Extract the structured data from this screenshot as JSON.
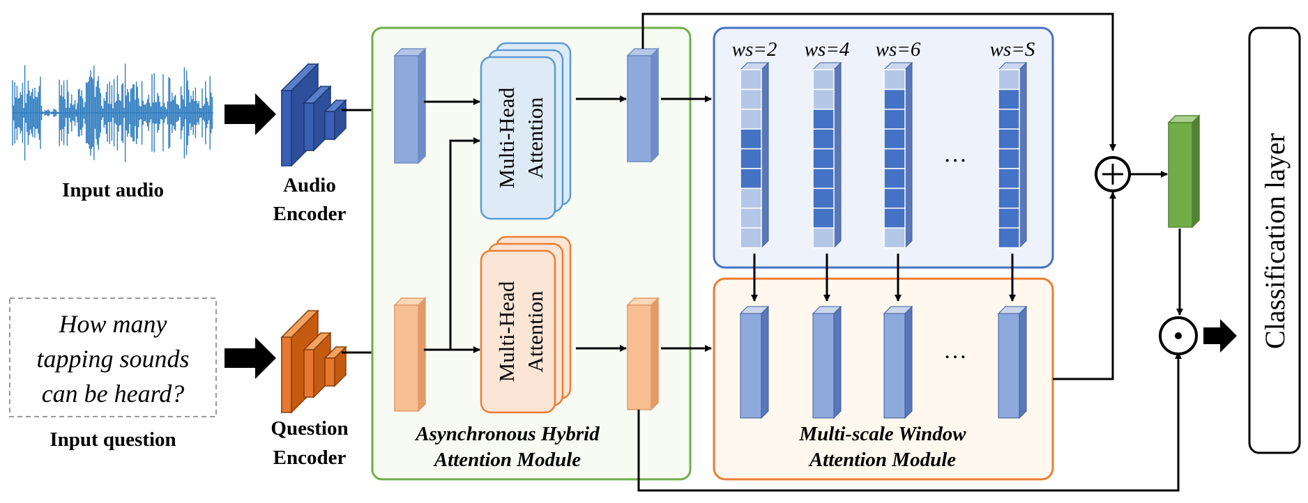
{
  "inputs": {
    "audio_label": "Input audio",
    "question_label": "Input question",
    "question_text": [
      "How many",
      "tapping sounds",
      "can be heard?"
    ]
  },
  "encoders": {
    "audio": [
      "Audio",
      "Encoder"
    ],
    "question": [
      "Question",
      "Encoder"
    ]
  },
  "modules": {
    "ahm_title": [
      "Asynchronous Hybrid",
      "Attention Module"
    ],
    "mha_label": [
      "Multi-Head",
      "Attention"
    ],
    "mwa_title": [
      "Multi-scale Window",
      "Attention Module"
    ],
    "window_sizes": [
      "ws=2",
      "ws=4",
      "ws=6",
      "ws=S"
    ],
    "ellipsis": "…"
  },
  "operators": {
    "add": "+",
    "multiply": "⊙"
  },
  "classification": "Classification layer",
  "colors": {
    "audio_blue": "#3A5FB5",
    "question_orange": "#E6782E",
    "feature_blue": "#8EA9DB",
    "feature_orange": "#F7BE92",
    "dark_window": "#4472C4",
    "light_window": "#B4C7E7",
    "green_box": "#70AD47",
    "output_green": "#70AD47",
    "mwa_border": "#4472C4",
    "mwa_fill": "#EEF2FA",
    "mwa2_border": "#ED7D31",
    "mwa2_fill": "#FFF8EE"
  },
  "icons": [
    "waveform-icon",
    "encoder-block-icon",
    "add-icon",
    "multiply-icon",
    "arrow-icon"
  ]
}
